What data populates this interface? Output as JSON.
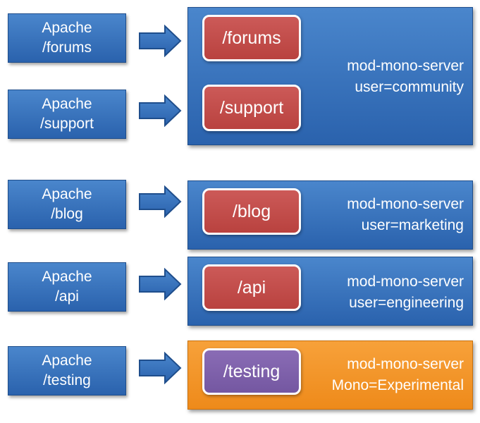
{
  "rows": [
    {
      "apache": [
        "Apache",
        "/forums"
      ]
    },
    {
      "apache": [
        "Apache",
        "/support"
      ]
    },
    {
      "apache": [
        "Apache",
        "/blog"
      ]
    },
    {
      "apache": [
        "Apache",
        "/api"
      ]
    },
    {
      "apache": [
        "Apache",
        "/testing"
      ]
    }
  ],
  "servers": [
    {
      "apps": [
        "/forums",
        "/support"
      ],
      "label": [
        "mod-mono-server",
        "user=community"
      ]
    },
    {
      "apps": [
        "/blog"
      ],
      "label": [
        "mod-mono-server",
        "user=marketing"
      ]
    },
    {
      "apps": [
        "/api"
      ],
      "label": [
        "mod-mono-server",
        "user=engineering"
      ]
    },
    {
      "apps": [
        "/testing"
      ],
      "label": [
        "mod-mono-server",
        "Mono=Experimental"
      ]
    }
  ],
  "colors": {
    "blue": "#2f6bb5",
    "red": "#c0504d",
    "purple": "#8064a2",
    "orange": "#f79646"
  }
}
